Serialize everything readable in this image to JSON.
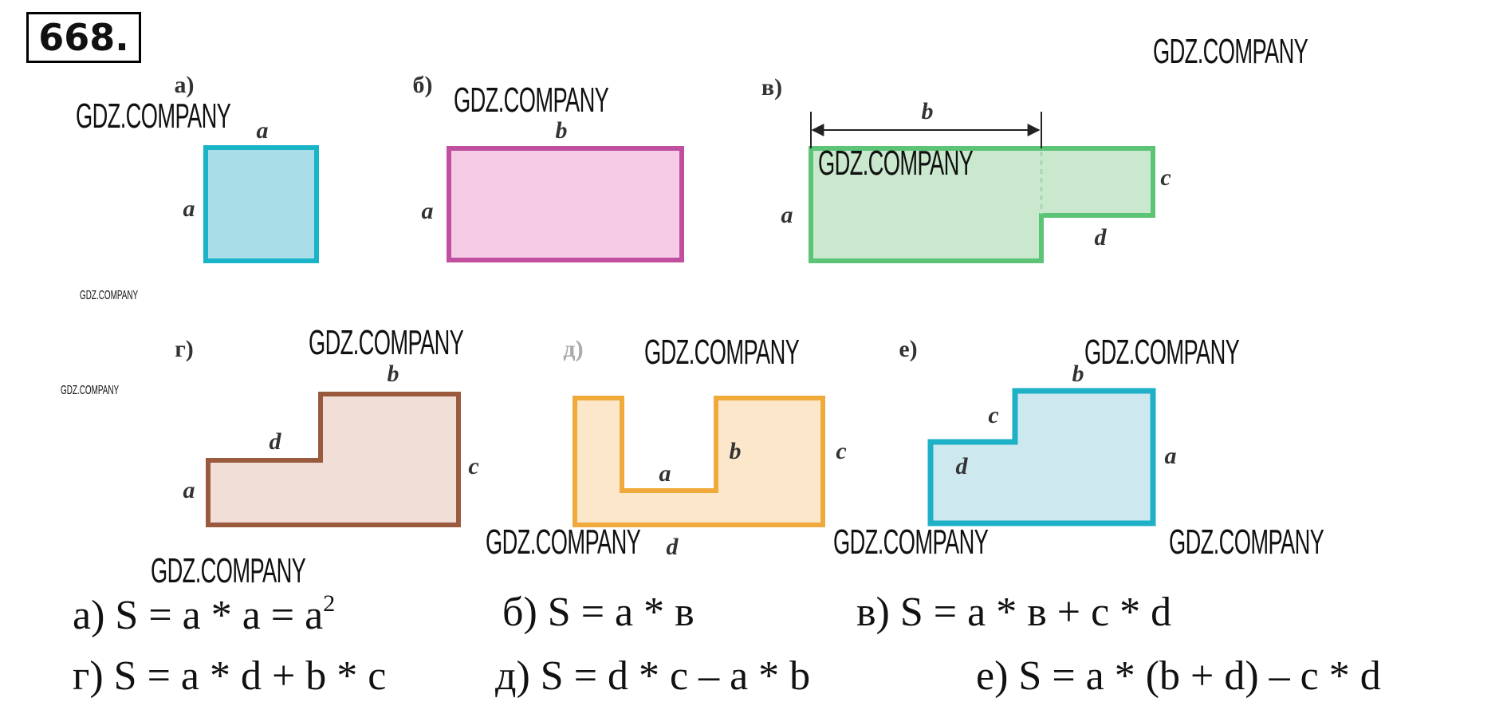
{
  "problem_number": "668.",
  "watermark": "GDZ.COMPANY",
  "figures": {
    "a": {
      "label": "а)",
      "sides": [
        "a",
        "a"
      ],
      "stroke": "#1ab4c8",
      "fill": "#a9dde7"
    },
    "b": {
      "label": "б)",
      "sides": [
        "b",
        "a"
      ],
      "stroke": "#c0509f",
      "fill": "#f6cbe6"
    },
    "v": {
      "label": "в)",
      "sides": [
        "b",
        "a",
        "c",
        "d"
      ],
      "stroke": "#5cc477",
      "fill": "#c9e8cd"
    },
    "g": {
      "label": "г)",
      "sides": [
        "b",
        "d",
        "c",
        "a"
      ],
      "stroke": "#9a5a3e",
      "fill": "#f1ded7"
    },
    "d": {
      "label": "д)",
      "sides": [
        "a",
        "b",
        "c",
        "d"
      ],
      "stroke": "#f0aa3c",
      "fill": "#fde7ca"
    },
    "e": {
      "label": "е)",
      "sides": [
        "b",
        "c",
        "d",
        "a"
      ],
      "stroke": "#1eb0c6",
      "fill": "#cde9ef"
    }
  },
  "formulas": {
    "a": {
      "text": "а) S = a * a = a",
      "sup": "2"
    },
    "b": {
      "text": "б) S = a * в"
    },
    "v": {
      "text": "в) S = a * в + c * d"
    },
    "g": {
      "text": "г) S = a * d + b * c"
    },
    "d": {
      "text": "д) S = d * c – a * b"
    },
    "e": {
      "text": "е) S = a * (b + d) – c * d"
    }
  }
}
